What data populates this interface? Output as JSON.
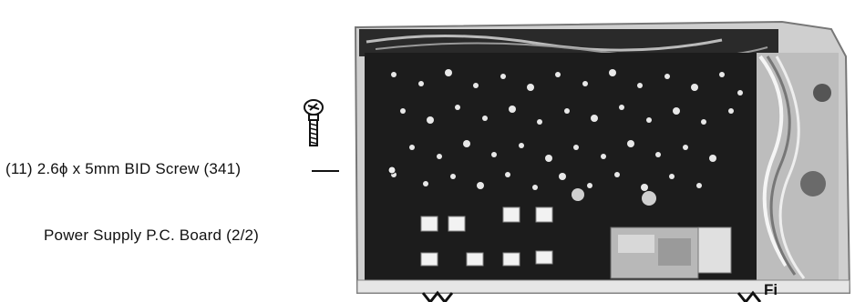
{
  "callouts": {
    "screw_label": "(11)  2.6ϕ x 5mm BID Screw (341)",
    "board_label": "Power Supply P.C. Board (2/2)"
  },
  "figure": {
    "caption_fragment": "Fi"
  },
  "icons": {
    "screw": "screw-icon"
  },
  "colors": {
    "ink": "#111111",
    "board_dark": "#1c1c1c",
    "chassis": "#d9d9d9",
    "background": "#ffffff"
  }
}
